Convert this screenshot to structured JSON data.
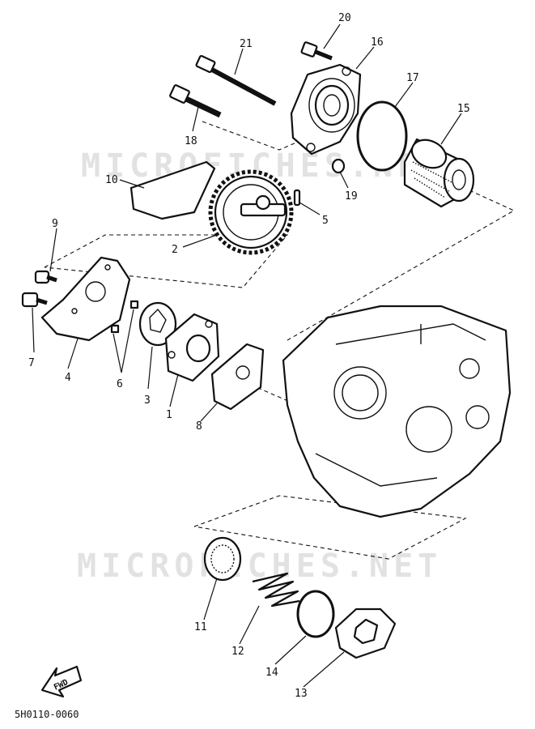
{
  "watermark": "MICROFICHES.NET",
  "diagram_code": "5H0110-0060",
  "fwd_label": "FWD",
  "part_numbers": [
    "1",
    "2",
    "3",
    "4",
    "5",
    "6",
    "7",
    "8",
    "9",
    "10",
    "11",
    "12",
    "13",
    "14",
    "15",
    "16",
    "17",
    "18",
    "19",
    "20",
    "21"
  ]
}
